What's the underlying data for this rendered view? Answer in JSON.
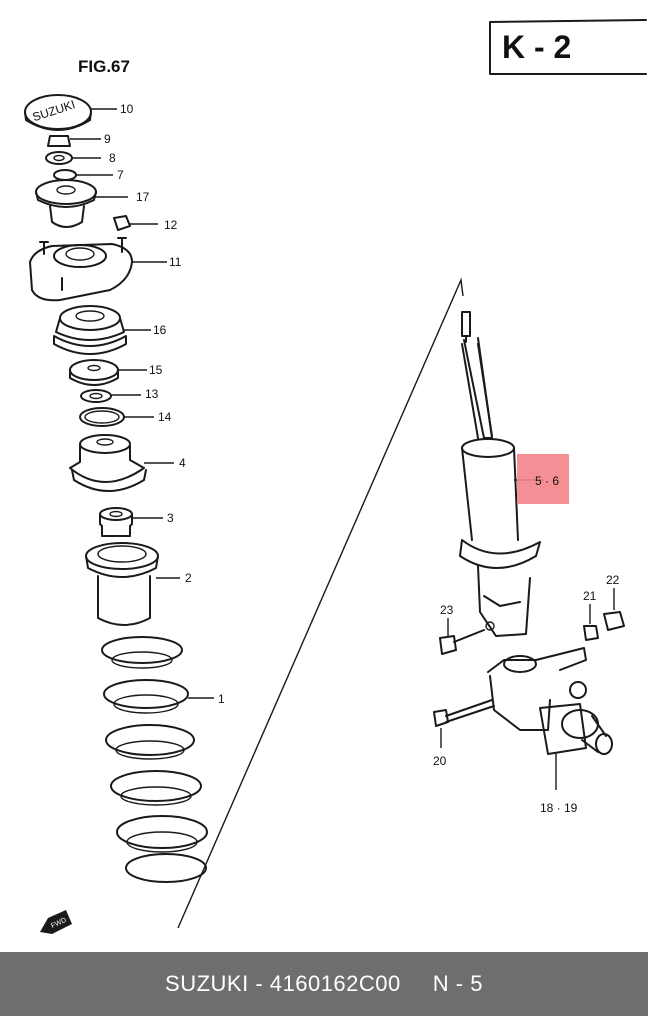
{
  "figure_label": "FIG.67",
  "page_code": "K - 2",
  "brand_stamp": "SUZUKI",
  "fwd_label": "FWD",
  "highlight_color": "#f4838b",
  "parts": {
    "p1": "1",
    "p2": "2",
    "p3": "3",
    "p4": "4",
    "p7": "7",
    "p8": "8",
    "p9": "9",
    "p10": "10",
    "p11": "11",
    "p12": "12",
    "p13": "13",
    "p14": "14",
    "p15": "15",
    "p16": "16",
    "p17": "17",
    "p18_19": "18 · 19",
    "p20": "20",
    "p21": "21",
    "p22": "22",
    "p23": "23",
    "p5_6": "5 · 6"
  },
  "footer": {
    "part_ref": "SUZUKI - 4160162C00",
    "position_ref": "N - 5"
  }
}
